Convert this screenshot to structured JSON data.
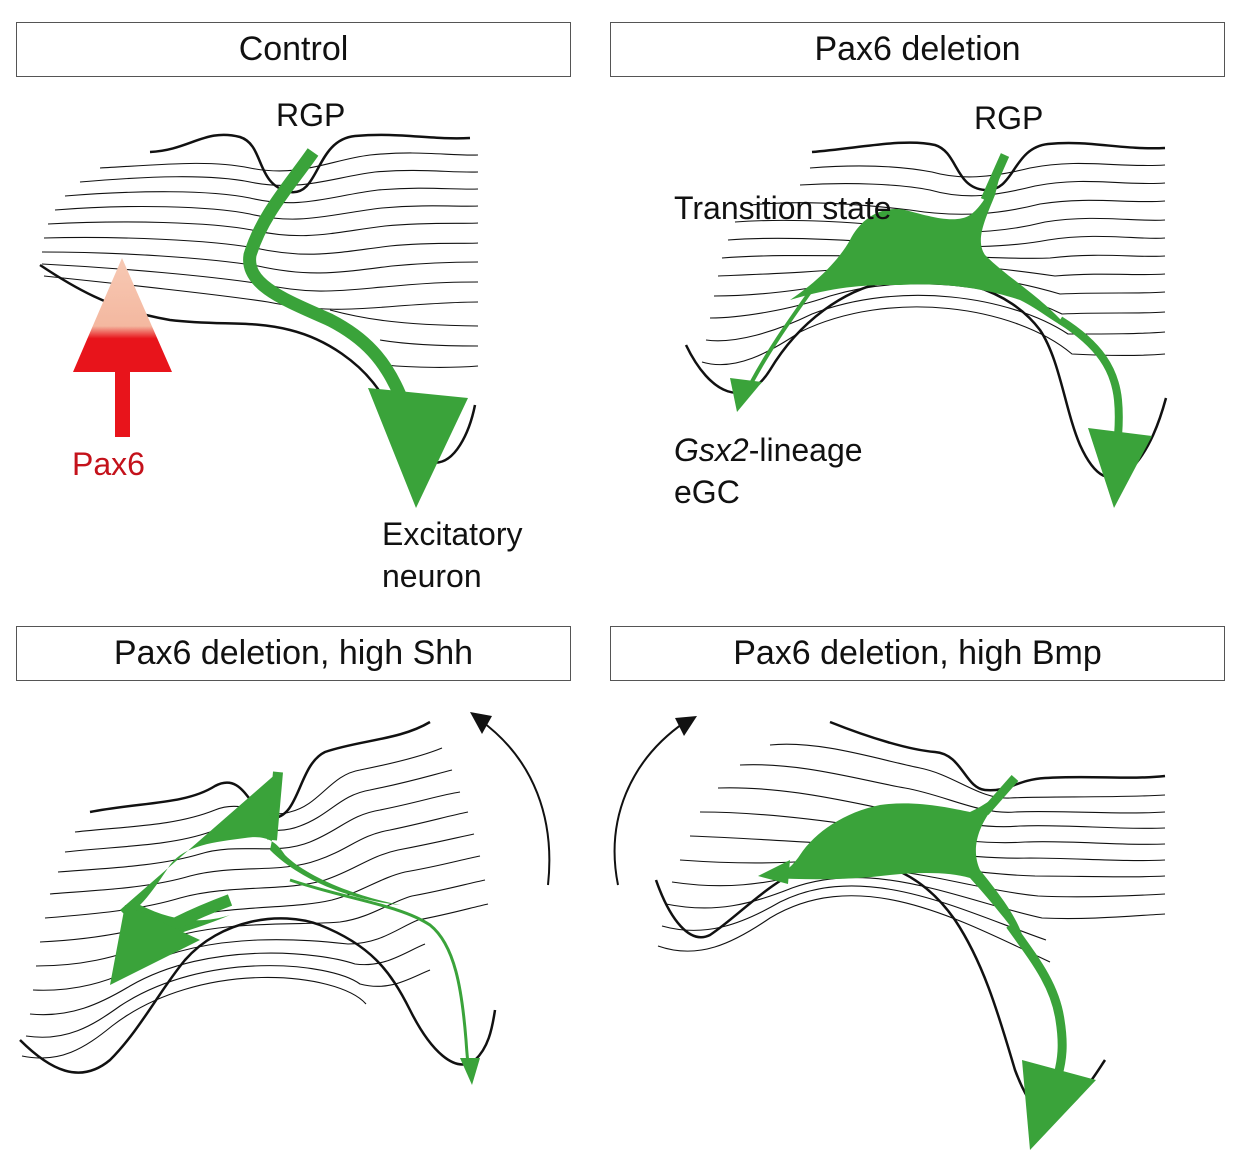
{
  "panels": [
    {
      "title": "Control"
    },
    {
      "title": "Pax6 deletion"
    },
    {
      "title": "Pax6 deletion, high Shh"
    },
    {
      "title": "Pax6 deletion, high Bmp"
    }
  ],
  "labels": {
    "rgp": "RGP",
    "pax6": "Pax6",
    "excitatory_line1": "Excitatory",
    "excitatory_line2": "neuron",
    "transition_state": "Transition state",
    "gsx2_italic": "Gsx2",
    "gsx2_suffix": "-lineage",
    "egc": "eGC"
  },
  "colors": {
    "trajectory": "#3aa33a",
    "pax6_arrow": "#e8141b",
    "pax6_arrow_tip": "#f4b8a0",
    "landscape_lines": "#111111"
  }
}
